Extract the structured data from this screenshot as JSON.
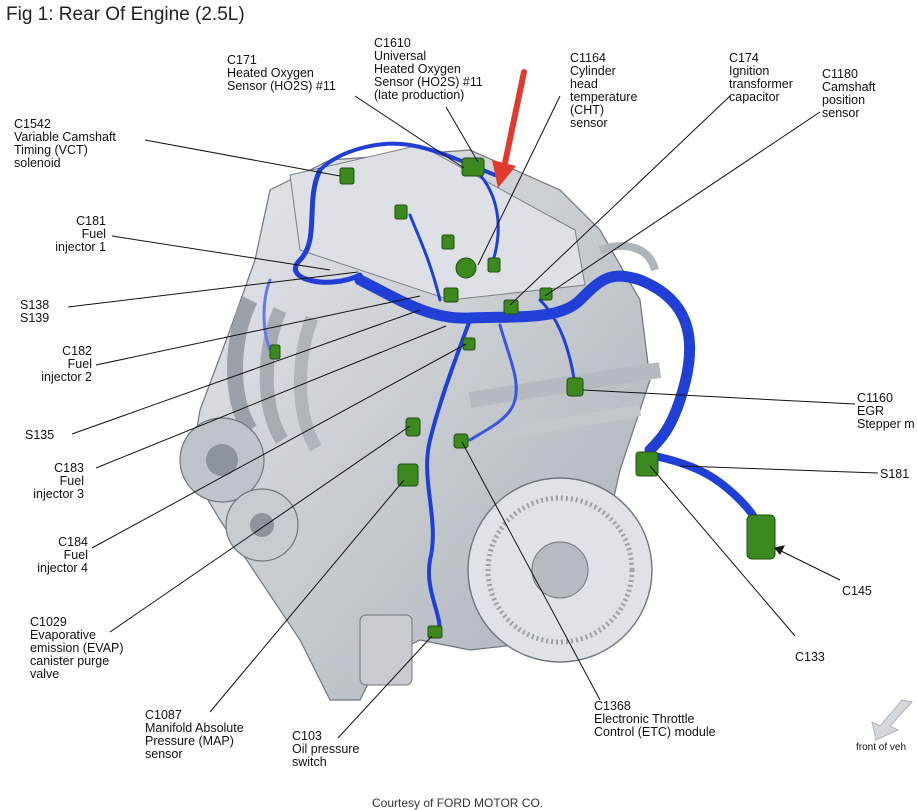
{
  "figure_title": "Fig 1: Rear Of Engine (2.5L)",
  "courtesy": "Courtesy of FORD MOTOR CO.",
  "front_label": "front of veh",
  "colors": {
    "harness": "#1f3fd6",
    "harness_light": "#5f7af0",
    "connector": "#3c8a1f",
    "leader": "#111111",
    "red_arrow": "#e03a2f",
    "engine_body": "#cfd3d8",
    "engine_shadow": "#8c9299"
  },
  "callouts": {
    "c171": "C171\nHeated Oxygen\nSensor (HO2S) #11",
    "c1610": "C1610\nUniversal\nHeated Oxygen\nSensor (HO2S) #11\n(late production)",
    "c1164": "C1164\nCylinder\nhead\ntemperature\n(CHT)\nsensor",
    "c174": "C174\nIgnition\ntransformer\ncapacitor",
    "c1180": "C1180\nCamshaft\nposition\nsensor",
    "c1542": "C1542\nVariable Camshaft\nTiming (VCT)\nsolenoid",
    "c181": "C181\nFuel\ninjector 1",
    "s138": "S138\nS139",
    "c182": "C182\nFuel\ninjector 2",
    "s135": "S135",
    "c183": "C183\nFuel\ninjector 3",
    "c184": "C184\nFuel\ninjector 4",
    "c1029": "C1029\nEvaporative\nemission (EVAP)\ncanister purge\nvalve",
    "c1087": "C1087\nManifold Absolute\nPressure (MAP)\nsensor",
    "c103": "C103\nOil pressure\nswitch",
    "c1368": "C1368\nElectronic Throttle\nControl (ETC) module",
    "c133": "C133",
    "c145": "C145",
    "s181": "S181",
    "c1160": "C1160\nEGR\nStepper m"
  }
}
